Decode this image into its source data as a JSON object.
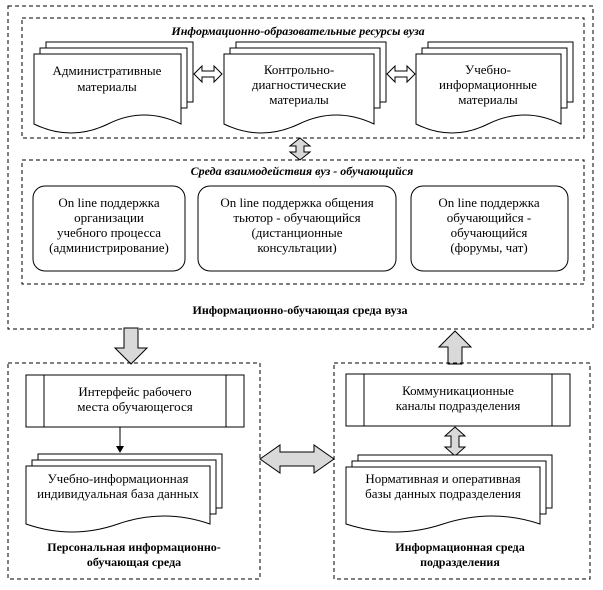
{
  "diagram": {
    "top_region": {
      "title": "Информационно-обучающая среда вуза",
      "resources": {
        "header": "Информационно-образовательные ресурсы вуза",
        "docs": [
          [
            "Административные",
            "материалы"
          ],
          [
            "Контрольно-",
            "диагностические",
            "материалы"
          ],
          [
            "Учебно-",
            "информационные",
            "материалы"
          ]
        ]
      },
      "interaction": {
        "header": "Среда взаимодействия вуз - обучающийся",
        "boxes": [
          [
            "On line поддержка",
            "организации",
            "учебного процесса",
            "(администрирование)"
          ],
          [
            "On line поддержка общения",
            "тьютор - обучающийся",
            "(дистанционные",
            "консультации)"
          ],
          [
            "On line поддержка",
            "обучающийся -",
            "обучающийся",
            "(форумы, чат)"
          ]
        ]
      }
    },
    "personal": {
      "title": [
        "Персональная информационно-",
        "обучающая среда"
      ],
      "interface": [
        "Интерфейс рабочего",
        "места обучающегося"
      ],
      "database": [
        "Учебно-информационная",
        "индивидуальная база данных"
      ]
    },
    "department": {
      "title": [
        "Информационная среда",
        "подразделения"
      ],
      "channels": [
        "Коммуникационные",
        "каналы подразделения"
      ],
      "database": [
        "Нормативная и оперативная",
        "базы данных подразделения"
      ]
    }
  }
}
